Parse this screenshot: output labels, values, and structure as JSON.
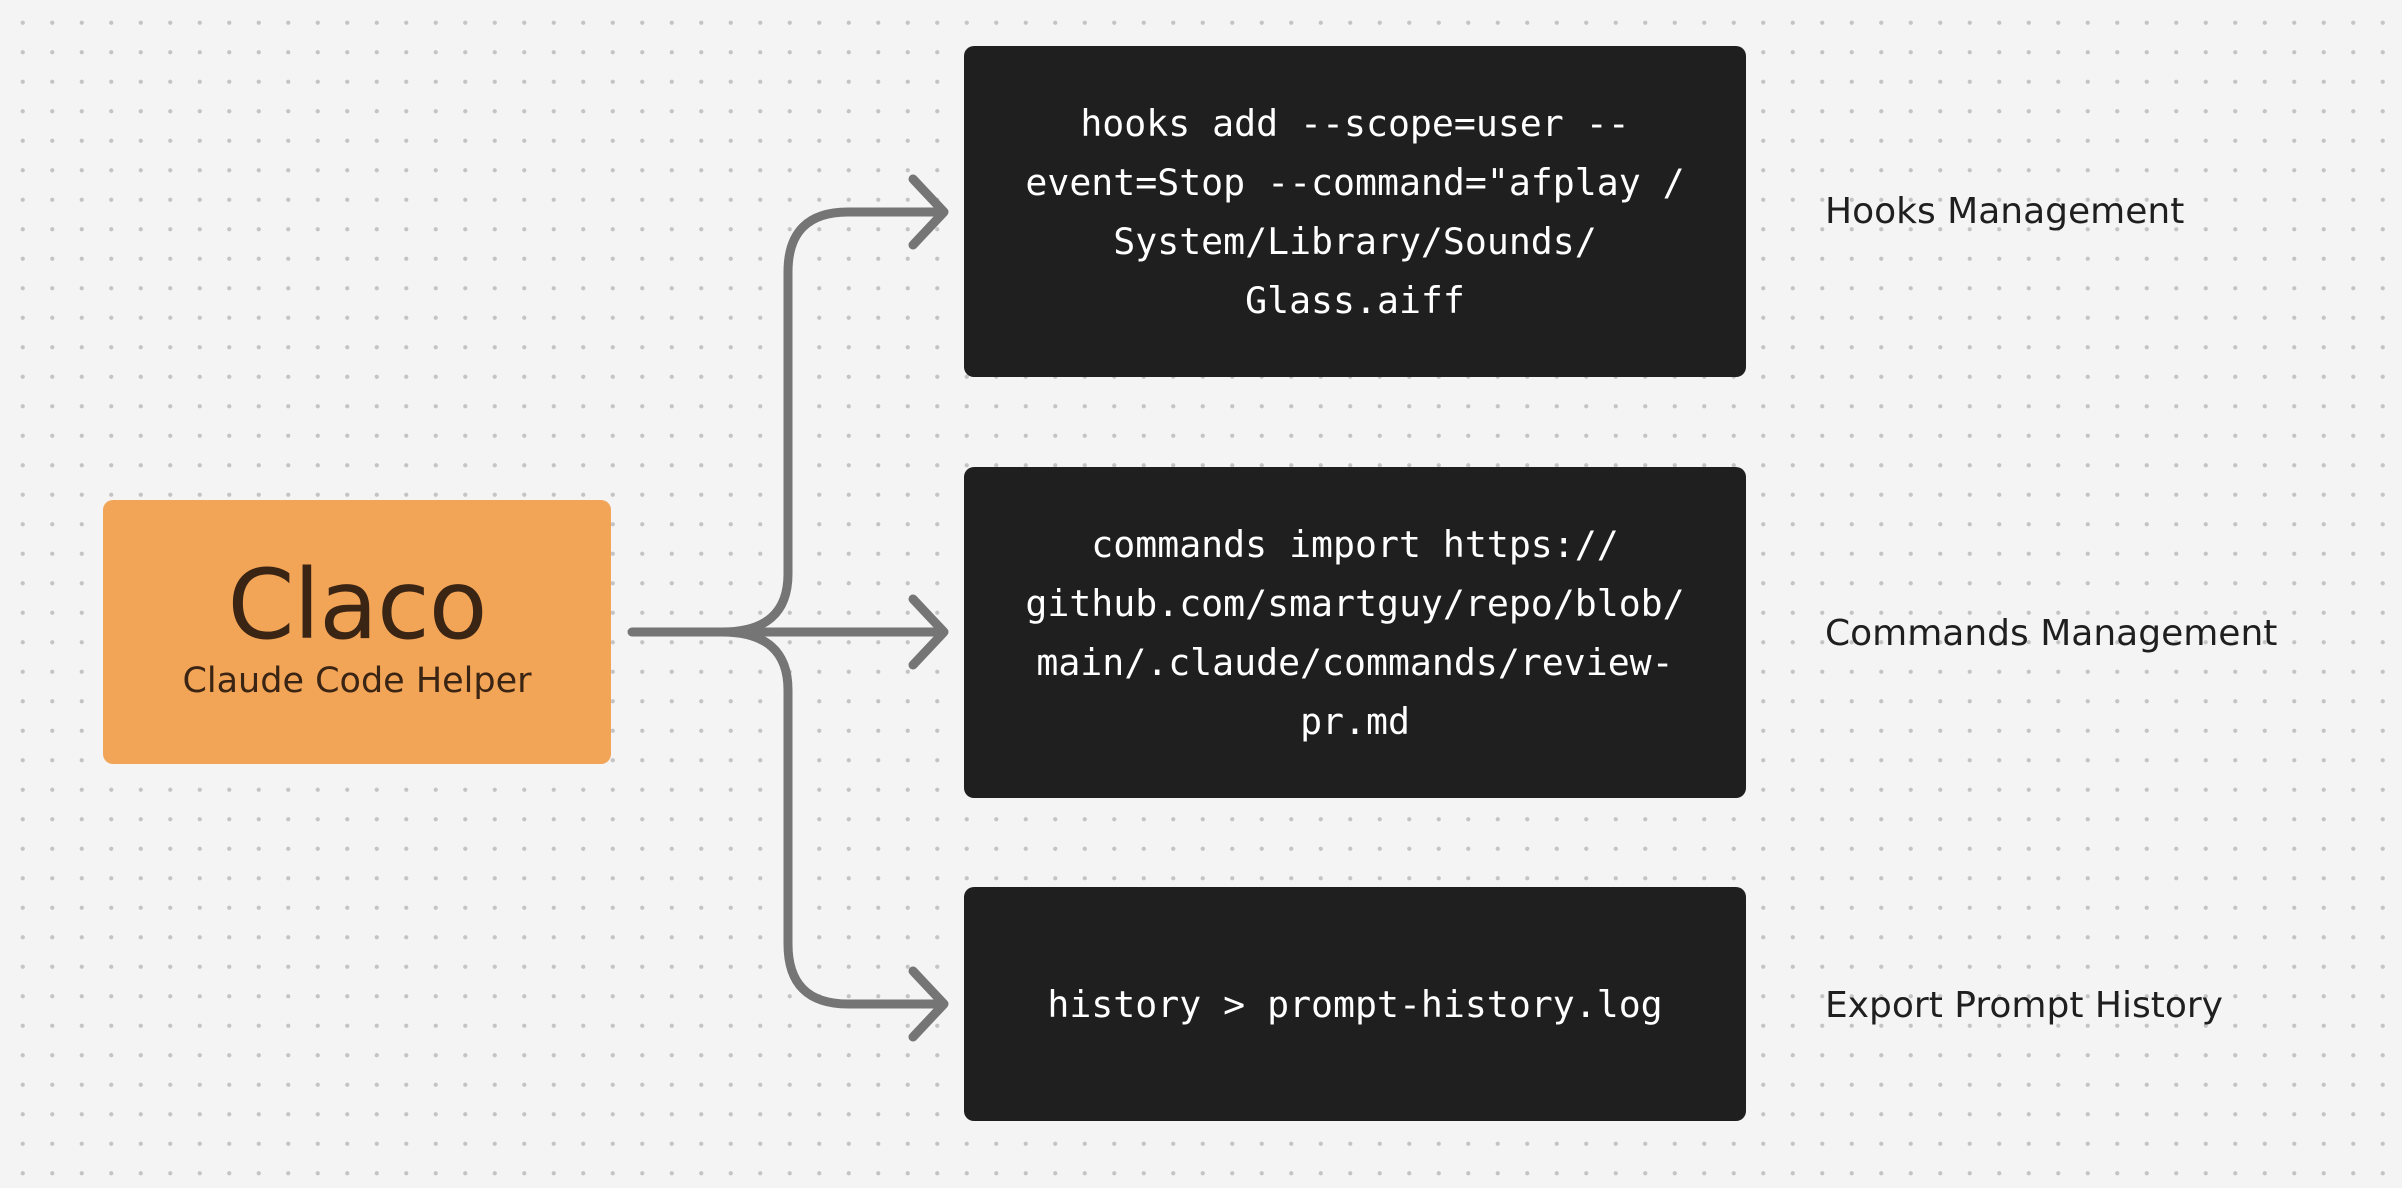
{
  "source": {
    "title": "Claco",
    "subtitle": "Claude Code Helper"
  },
  "commands": [
    {
      "text": "hooks add --scope=user --\nevent=Stop --command=\"afplay /\nSystem/Library/Sounds/\nGlass.aiff",
      "label": "Hooks Management"
    },
    {
      "text": "commands import https://\ngithub.com/smartguy/repo/blob/\nmain/.claude/commands/review-\npr.md",
      "label": "Commands Management"
    },
    {
      "text": "history > prompt-history.log",
      "label": "Export Prompt History"
    }
  ],
  "colors": {
    "source_box": "#f2a457",
    "command_box": "#1f1f1f",
    "connector": "#757575",
    "background": "#f4f4f4"
  }
}
